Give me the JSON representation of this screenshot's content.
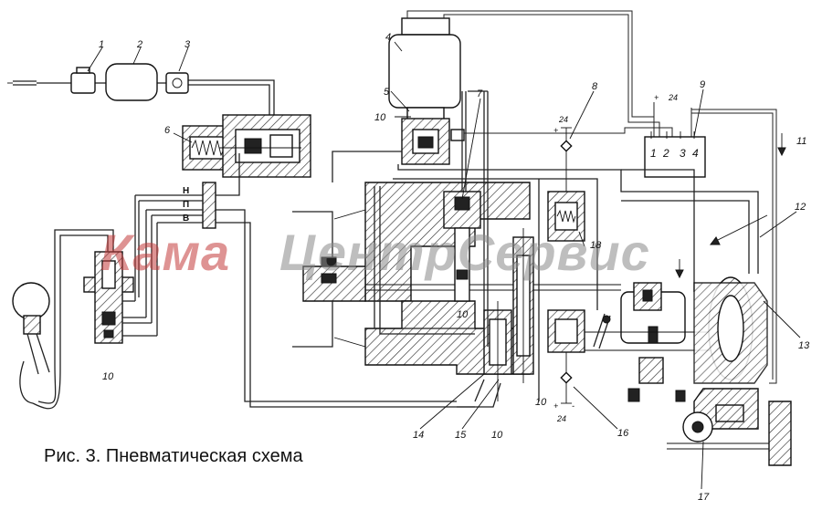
{
  "caption": "Рис. 3. Пневматическая схема",
  "watermark": {
    "left": "Кама",
    "right": "ЦентрСервис",
    "left_color": "#c43c3c",
    "right_color": "#8a8a8a"
  },
  "labels": {
    "n1": "1",
    "n2": "2",
    "n3": "3",
    "n4": "4",
    "n5": "5",
    "n6": "6",
    "n7": "7",
    "n8": "8",
    "n9": "9",
    "n11": "11",
    "n12": "12",
    "n13": "13",
    "n14": "14",
    "n15": "15",
    "n16": "16",
    "n17": "17",
    "n18": "18",
    "n10a": "10",
    "n10b": "10",
    "n10c": "10",
    "n10d": "10",
    "n10e": "10",
    "port_n": "Н",
    "port_p": "П",
    "port_v": "В",
    "v24_top": "24",
    "v24_mid": "24",
    "v24_bot": "24",
    "plus_left": "+",
    "plus_mid": "+",
    "plus_bot": "+",
    "minus_bot": "-",
    "term1": "1",
    "term2": "2",
    "term3": "3",
    "term4": "4"
  }
}
